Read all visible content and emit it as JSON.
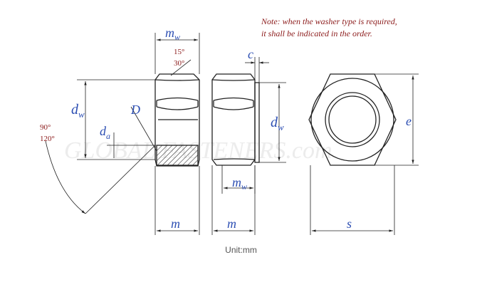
{
  "note": {
    "line1": "Note: when the washer type is required,",
    "line2": "it shall be indicated in the order."
  },
  "unit_label": "Unit:mm",
  "watermark": "GLOBAL FASTENERS.com",
  "angles": {
    "chamfer_a": "15°",
    "chamfer_b": "30°",
    "countersink_a": "90°",
    "countersink_b": "120°"
  },
  "dims": {
    "mw_main": "m",
    "mw_main_sub": "w",
    "mw_side": "m",
    "mw_side_sub": "w",
    "dw_left": "d",
    "dw_left_sub": "w",
    "dw_side": "d",
    "dw_side_sub": "w",
    "da": "d",
    "da_sub": "a",
    "D": "D",
    "c": "c",
    "e": "e",
    "s": "s",
    "m_left": "m",
    "m_side": "m"
  },
  "colors": {
    "dimension_text": "#2d4fb3",
    "note_text": "#8b1a1a",
    "outline": "#222222"
  }
}
